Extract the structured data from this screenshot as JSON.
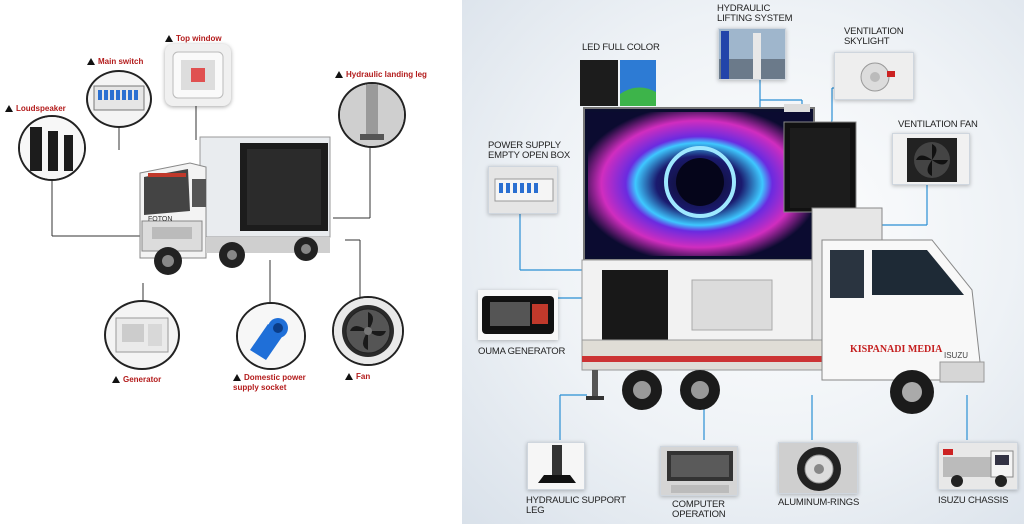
{
  "left_panel": {
    "labels": {
      "top_window": "Top window",
      "main_switch": "Main switch",
      "hydraulic_landing_leg": "Hydraulic landing leg",
      "loudspeaker": "Loudspeaker",
      "generator": "Generator",
      "domestic_socket": "Domestic power supply socket",
      "fan": "Fan"
    },
    "truck_brand": "FOTON"
  },
  "right_panel": {
    "labels": {
      "hydraulic_lifting": "HYDRAULIC LIFTING SYSTEM",
      "led_full_color": "LED FULL COLOR",
      "ventilation_skylight": "VENTILATION SKYLIGHT",
      "power_supply": "POWER SUPPLY EMPTY OPEN BOX",
      "ventilation_fan": "VENTILATION FAN",
      "ouma_generator": "OUMA GENERATOR",
      "hydraulic_support_leg": "HYDRAULIC SUPPORT LEG",
      "computer_operation": "COMPUTER OPERATION",
      "aluminum_rings": "ALUMINUM-RINGS",
      "isuzu_chassis": "ISUZU CHASSIS"
    },
    "truck_text": "KISPANADI MEDIA",
    "truck_brand": "ISUZU"
  },
  "colors": {
    "accent_line": "#2a8fd4",
    "label_red": "#b31b1b"
  }
}
